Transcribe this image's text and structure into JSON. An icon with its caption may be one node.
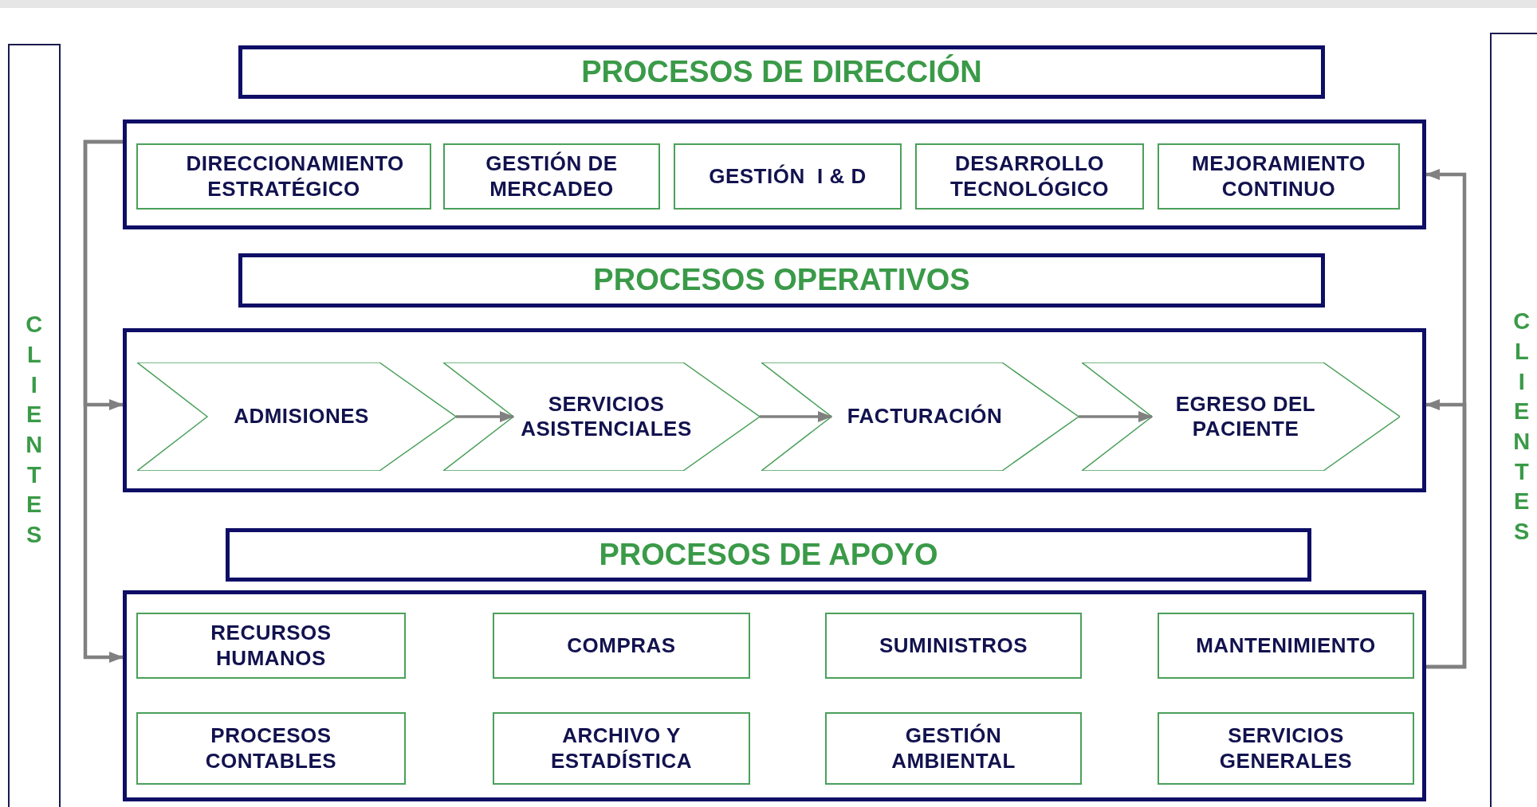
{
  "diagram": {
    "nodes": [
      {
        "text": [
          "CLIENTES"
        ]
      },
      {
        "text": [
          "PROCESOS DE DIRECCIÓN"
        ]
      },
      {
        "text": [],
        "shape": "box"
      },
      {
        "text": [
          "DIRECCIONAMIENTO ESTRATÉGICO"
        ],
        "in": 2
      },
      {
        "text": [
          "GESTIÓN DE MERCADEO"
        ],
        "in": 2
      },
      {
        "text": [
          "GESTIÓN  I & D"
        ],
        "in": 2
      },
      {
        "text": [
          "DESARROLLO TECNOLÓGICO"
        ],
        "in": 2
      },
      {
        "text": [
          "MEJORAMIENTO CONTINUO"
        ],
        "in": 2
      },
      {
        "text": [
          "PROCESOS OPERATIVOS"
        ]
      },
      {
        "text": [],
        "shape": "box"
      },
      {
        "text": [
          "ADMISIONES"
        ],
        "in": 9
      },
      {
        "text": [
          "SERVICIOS ASISTENCIALES"
        ],
        "in": 9
      },
      {
        "text": [
          "FACTURACIÓN"
        ],
        "in": 9
      },
      {
        "text": [
          "EGRESO DEL PACIENTE"
        ],
        "in": 9
      },
      {
        "text": [
          "PROCESOS DE APOYO"
        ]
      },
      {
        "text": [],
        "shape": "box"
      },
      {
        "text": [
          "RECURSOS HUMANOS"
        ],
        "in": 15
      },
      {
        "text": [
          "COMPRAS"
        ],
        "in": 15
      },
      {
        "text": [
          "SUMINISTROS"
        ],
        "in": 15
      },
      {
        "text": [
          "MANTENIMIENTO"
        ],
        "in": 15
      },
      {
        "text": [
          "PROCESOS CONTABLES"
        ],
        "in": 15
      },
      {
        "text": [
          "ARCHIVO Y ESTADÍSTICA"
        ],
        "in": 15
      },
      {
        "text": [
          "GESTIÓN AMBIENTAL"
        ],
        "in": 15
      },
      {
        "text": [
          "SERVICIOS GENERALES"
        ],
        "in": 15
      },
      {
        "text": [
          "CLIENTES"
        ]
      }
    ],
    "edges": [
      {
        "from": 2,
        "to": 9,
        "arrow": "to"
      },
      {
        "from": 2,
        "to": 15,
        "arrow": "to"
      },
      {
        "from": 15,
        "to": 2,
        "arrow": "to"
      },
      {
        "from": 15,
        "to": 9,
        "arrow": "to"
      },
      {
        "from": 10,
        "to": 11,
        "arrow": "to"
      },
      {
        "from": 11,
        "to": 12,
        "arrow": "to"
      },
      {
        "from": 12,
        "to": 13,
        "arrow": "to"
      }
    ]
  }
}
